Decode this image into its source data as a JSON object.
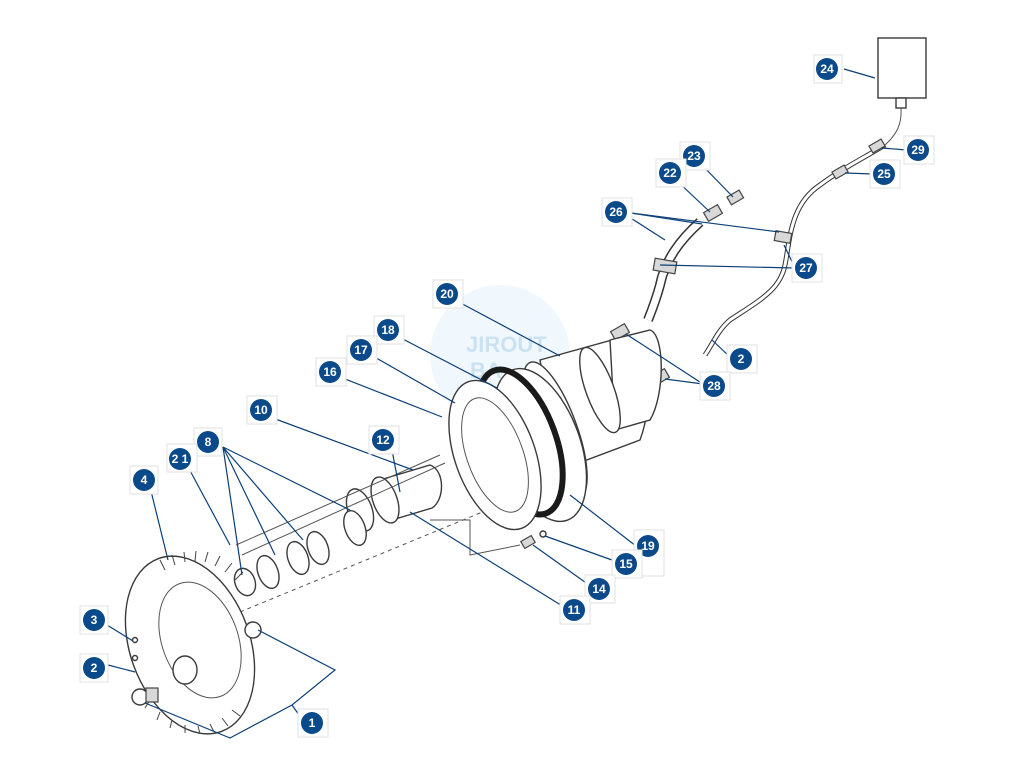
{
  "colors": {
    "callout": "#0b4a8a",
    "leader": "#0b3f78",
    "watermark": "#9fc9e6"
  },
  "watermark": {
    "line1": "JIROUT",
    "line2": "BA"
  },
  "callouts": [
    {
      "id": "c24",
      "label": "24"
    },
    {
      "id": "c29",
      "label": "29"
    },
    {
      "id": "c25",
      "label": "25"
    },
    {
      "id": "c23",
      "label": "23"
    },
    {
      "id": "c22",
      "label": "22"
    },
    {
      "id": "c26",
      "label": "26"
    },
    {
      "id": "c27",
      "label": "27"
    },
    {
      "id": "c20",
      "label": "20"
    },
    {
      "id": "c2a",
      "label": "2"
    },
    {
      "id": "c18",
      "label": "18"
    },
    {
      "id": "c17",
      "label": "17"
    },
    {
      "id": "c28",
      "label": "28"
    },
    {
      "id": "c16",
      "label": "16"
    },
    {
      "id": "c10",
      "label": "10"
    },
    {
      "id": "c12",
      "label": "12"
    },
    {
      "id": "c8",
      "label": "8"
    },
    {
      "id": "c21",
      "label": "2 1"
    },
    {
      "id": "c4",
      "label": "4"
    },
    {
      "id": "c19",
      "label": "19"
    },
    {
      "id": "c15",
      "label": "15"
    },
    {
      "id": "c14",
      "label": "14"
    },
    {
      "id": "c11",
      "label": "11"
    },
    {
      "id": "c3",
      "label": "3"
    },
    {
      "id": "c2b",
      "label": "2"
    },
    {
      "id": "c1",
      "label": "1"
    }
  ]
}
